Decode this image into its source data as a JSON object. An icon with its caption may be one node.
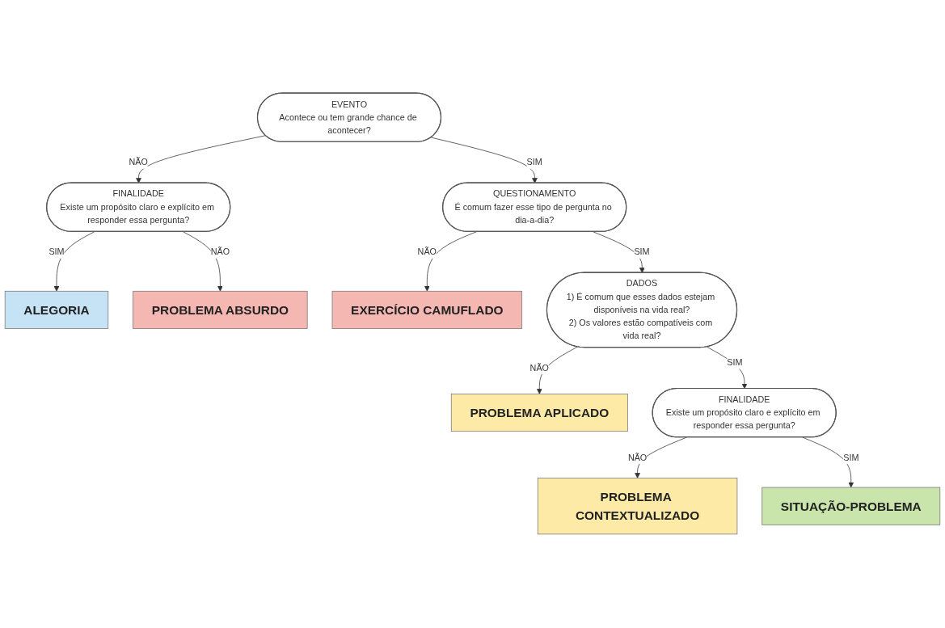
{
  "diagram": {
    "nodes": [
      {
        "text": [
          "EVENTO",
          "Acontece ou tem grande chance de acontecer?"
        ]
      },
      {
        "text": [
          "FINALIDADE",
          "Existe um propósito claro e explícito em responder essa pergunta?"
        ]
      },
      {
        "text": [
          "ALEGORIA"
        ]
      },
      {
        "text": [
          "PROBLEMA ABSURDO"
        ]
      },
      {
        "text": [
          "QUESTIONAMENTO",
          "É comum fazer esse tipo de pergunta no dia-a-dia?"
        ]
      },
      {
        "text": [
          "EXERCÍCIO CAMUFLADO"
        ]
      },
      {
        "text": [
          "DADOS",
          "1) É comum que esses dados estejam disponíveis na vida real?",
          "2) Os valores estão compatíveis com vida real?"
        ]
      },
      {
        "text": [
          "PROBLEMA APLICADO"
        ]
      },
      {
        "text": [
          "FINALIDADE",
          "Existe um propósito claro e explícito em responder essa pergunta?"
        ]
      },
      {
        "text": [
          "PROBLEMA CONTEXTUALIZADO"
        ]
      },
      {
        "text": [
          "SITUAÇÃO-PROBLEMA"
        ]
      }
    ],
    "edges": [
      {
        "from": 0,
        "to": 1,
        "arrow": "to",
        "label": "NÃO"
      },
      {
        "from": 0,
        "to": 4,
        "arrow": "to",
        "label": "SIM"
      },
      {
        "from": 1,
        "to": 2,
        "arrow": "to",
        "label": "SIM"
      },
      {
        "from": 1,
        "to": 3,
        "arrow": "to",
        "label": "NÃO"
      },
      {
        "from": 4,
        "to": 5,
        "arrow": "to",
        "label": "NÃO"
      },
      {
        "from": 4,
        "to": 6,
        "arrow": "to",
        "label": "SIM"
      },
      {
        "from": 6,
        "to": 7,
        "arrow": "to",
        "label": "NÃO"
      },
      {
        "from": 6,
        "to": 8,
        "arrow": "to",
        "label": "SIM"
      },
      {
        "from": 8,
        "to": 9,
        "arrow": "to",
        "label": "NÃO"
      },
      {
        "from": 8,
        "to": 10,
        "arrow": "to",
        "label": "SIM"
      }
    ]
  }
}
